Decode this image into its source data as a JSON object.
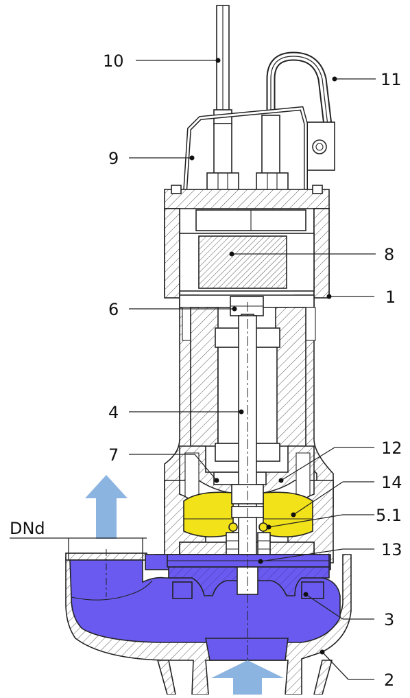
{
  "diagram": {
    "callouts": [
      {
        "id": "10",
        "label": "10"
      },
      {
        "id": "11",
        "label": "11"
      },
      {
        "id": "9",
        "label": "9"
      },
      {
        "id": "8",
        "label": "8"
      },
      {
        "id": "6",
        "label": "6"
      },
      {
        "id": "1",
        "label": "1"
      },
      {
        "id": "4",
        "label": "4"
      },
      {
        "id": "7",
        "label": "7"
      },
      {
        "id": "12",
        "label": "12"
      },
      {
        "id": "14",
        "label": "14"
      },
      {
        "id": "5.1",
        "label": "5.1"
      },
      {
        "id": "13",
        "label": "13"
      },
      {
        "id": "3",
        "label": "3"
      },
      {
        "id": "2",
        "label": "2"
      }
    ],
    "dimension_label": "DNd",
    "colors": {
      "volute": "#6a5af0",
      "seal_chamber": "#f2e21a",
      "flow_arrow": "#8cb4e0",
      "hatch_line": "#555555",
      "outline": "#222222"
    }
  }
}
